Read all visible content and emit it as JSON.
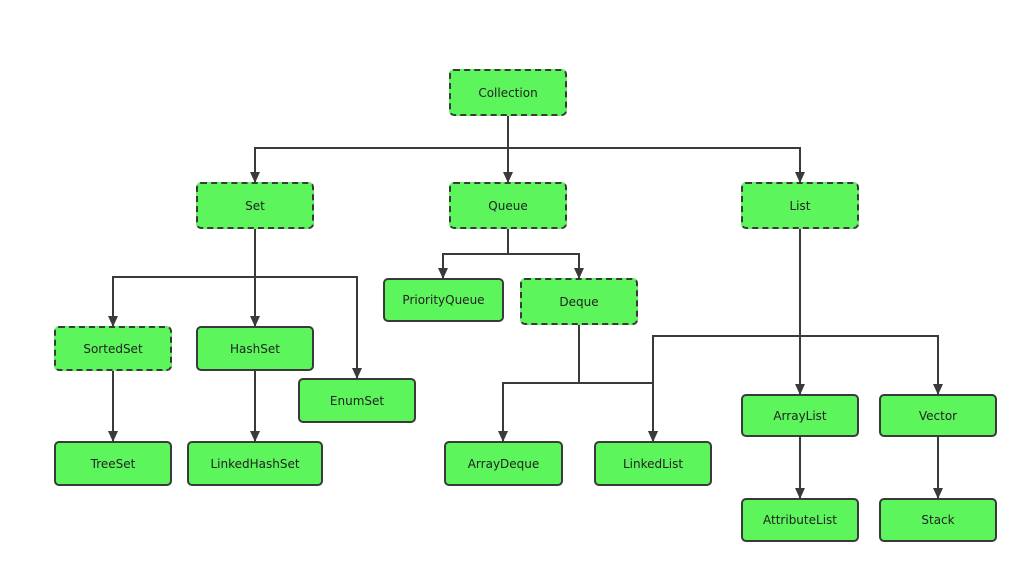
{
  "diagram": {
    "nodes": [
      {
        "id": "collection",
        "label": "Collection",
        "kind": "interface"
      },
      {
        "id": "set",
        "label": "Set",
        "kind": "interface"
      },
      {
        "id": "queue",
        "label": "Queue",
        "kind": "interface"
      },
      {
        "id": "list",
        "label": "List",
        "kind": "interface"
      },
      {
        "id": "sortedset",
        "label": "SortedSet",
        "kind": "interface"
      },
      {
        "id": "hashset",
        "label": "HashSet",
        "kind": "class"
      },
      {
        "id": "enumset",
        "label": "EnumSet",
        "kind": "class"
      },
      {
        "id": "treeset",
        "label": "TreeSet",
        "kind": "class"
      },
      {
        "id": "linkedhashset",
        "label": "LinkedHashSet",
        "kind": "class"
      },
      {
        "id": "priorityqueue",
        "label": "PriorityQueue",
        "kind": "class"
      },
      {
        "id": "deque",
        "label": "Deque",
        "kind": "interface"
      },
      {
        "id": "arraydeque",
        "label": "ArrayDeque",
        "kind": "class"
      },
      {
        "id": "linkedlist",
        "label": "LinkedList",
        "kind": "class"
      },
      {
        "id": "arraylist",
        "label": "ArrayList",
        "kind": "class"
      },
      {
        "id": "vector",
        "label": "Vector",
        "kind": "class"
      },
      {
        "id": "attributelist",
        "label": "AttributeList",
        "kind": "class"
      },
      {
        "id": "stack",
        "label": "Stack",
        "kind": "class"
      }
    ],
    "edges": [
      {
        "from": "collection",
        "to": "set"
      },
      {
        "from": "collection",
        "to": "queue"
      },
      {
        "from": "collection",
        "to": "list"
      },
      {
        "from": "set",
        "to": "sortedset"
      },
      {
        "from": "set",
        "to": "hashset"
      },
      {
        "from": "set",
        "to": "enumset"
      },
      {
        "from": "sortedset",
        "to": "treeset"
      },
      {
        "from": "hashset",
        "to": "linkedhashset"
      },
      {
        "from": "queue",
        "to": "priorityqueue"
      },
      {
        "from": "queue",
        "to": "deque"
      },
      {
        "from": "deque",
        "to": "arraydeque"
      },
      {
        "from": "deque",
        "to": "linkedlist"
      },
      {
        "from": "list",
        "to": "linkedlist"
      },
      {
        "from": "list",
        "to": "arraylist"
      },
      {
        "from": "list",
        "to": "vector"
      },
      {
        "from": "arraylist",
        "to": "attributelist"
      },
      {
        "from": "vector",
        "to": "stack"
      }
    ]
  }
}
